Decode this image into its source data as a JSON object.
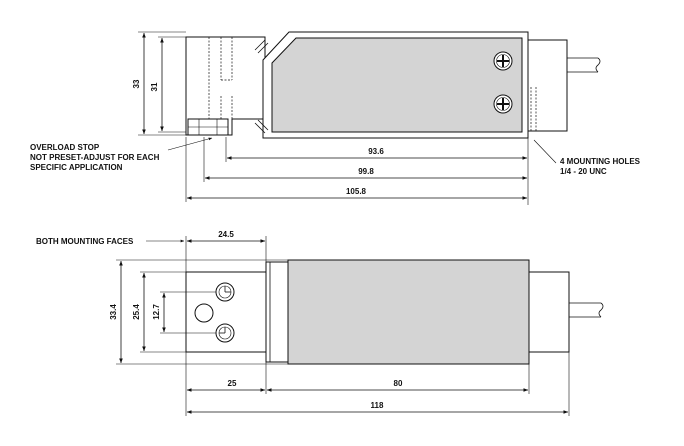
{
  "top_view": {
    "dim_height_outer": "33",
    "dim_height_inner": "31",
    "dim_length_cover": "93.6",
    "dim_length_mid": "99.8",
    "dim_length_total": "105.8",
    "note_overload_line1": "OVERLOAD STOP",
    "note_overload_line2": "NOT PRESET-ADJUST  FOR EACH",
    "note_overload_line3": "SPECIFIC APPLICATION",
    "note_holes_line1": "4 MOUNTING HOLES",
    "note_holes_line2": "1/4 - 20 UNC"
  },
  "bottom_view": {
    "note_mounting_faces": "BOTH MOUNTING FACES",
    "dim_face_width_top": "24.5",
    "dim_height_outer": "33.4",
    "dim_height_mid": "25.4",
    "dim_hole_spacing": "12.7",
    "dim_face_width_bottom": "25",
    "dim_cover_length": "80",
    "dim_total_length": "118"
  },
  "colors": {
    "line": "#111111",
    "cover_fill": "#d4d4d4",
    "background": "#ffffff"
  }
}
